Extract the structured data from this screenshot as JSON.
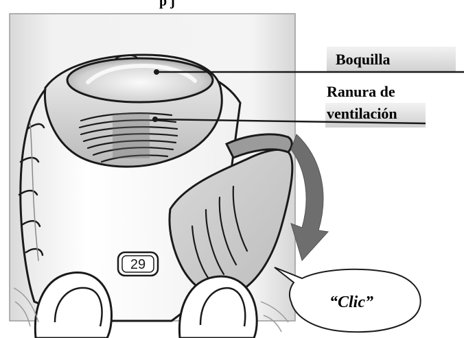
{
  "header_fragment": "p          j",
  "labels": {
    "mouthpiece": "Boquilla",
    "vent_line1": "Ranura de",
    "vent_line2": "ventilación",
    "click": "“Clic”"
  },
  "counter": {
    "value": "29"
  },
  "colors": {
    "background": "#ffffff",
    "panel": "#f0f0f0",
    "device_fill": "#ffffff",
    "device_shade": "#c8c8c8",
    "arrow": "#6e6e6e",
    "label_box": "#e2e2e2",
    "outline": "#1a1a1a"
  }
}
